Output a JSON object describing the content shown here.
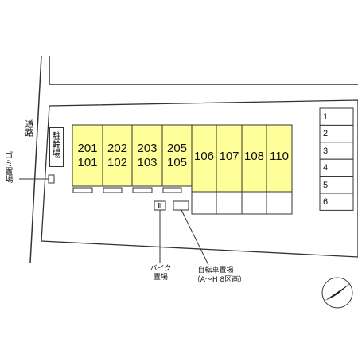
{
  "units": [
    {
      "label": "201\n101",
      "highlight": true
    },
    {
      "label": "202\n102",
      "highlight": true
    },
    {
      "label": "203\n103",
      "highlight": true
    },
    {
      "label": "205\n105",
      "highlight": true
    },
    {
      "label": "106",
      "highlight": true
    },
    {
      "label": "107",
      "highlight": true
    },
    {
      "label": "108",
      "highlight": true
    },
    {
      "label": "110",
      "highlight": true
    }
  ],
  "parking_stalls": [
    "1",
    "2",
    "3",
    "4",
    "5",
    "6"
  ],
  "labels": {
    "road": "道路",
    "garbage": "ゴミ置場",
    "bicycle_parking_left": "駐輪場",
    "bike_area_marker": "Ⅲ",
    "bike_parking": "バイク\n置場",
    "bicycle_parking": "自転車置場",
    "bicycle_parking_note": "（A～H 8区画）"
  },
  "colors": {
    "unit_fill": "#ffff99",
    "lines": "#333333"
  },
  "icons": {
    "north_arrow": "north-arrow-icon"
  }
}
